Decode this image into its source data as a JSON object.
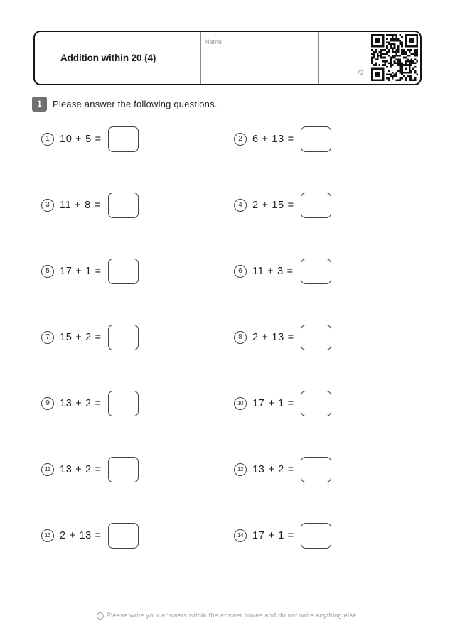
{
  "header": {
    "title": "Addition within 20 (4)",
    "name_label": "Name",
    "score_label": "/0",
    "qr_icon": "qr-code"
  },
  "section": {
    "number": "1",
    "instruction": "Please answer the following questions."
  },
  "problems": [
    {
      "num": "1",
      "expression": "10 + 5 =",
      "answer": ""
    },
    {
      "num": "2",
      "expression": "6 + 13 =",
      "answer": ""
    },
    {
      "num": "3",
      "expression": "11 + 8 =",
      "answer": ""
    },
    {
      "num": "4",
      "expression": "2 + 15 =",
      "answer": ""
    },
    {
      "num": "5",
      "expression": "17 + 1 =",
      "answer": ""
    },
    {
      "num": "6",
      "expression": "11 + 3 =",
      "answer": ""
    },
    {
      "num": "7",
      "expression": "15 + 2 =",
      "answer": ""
    },
    {
      "num": "8",
      "expression": "2 + 13 =",
      "answer": ""
    },
    {
      "num": "9",
      "expression": "13 + 2 =",
      "answer": ""
    },
    {
      "num": "10",
      "expression": "17 + 1 =",
      "answer": ""
    },
    {
      "num": "11",
      "expression": "13 + 2 =",
      "answer": ""
    },
    {
      "num": "12",
      "expression": "13 + 2 =",
      "answer": ""
    },
    {
      "num": "13",
      "expression": "2 + 13 =",
      "answer": ""
    },
    {
      "num": "14",
      "expression": "17 + 1 =",
      "answer": ""
    }
  ],
  "footer": {
    "icon": "info-icon",
    "note": "Please write your answers within the answer boxes and do not write anything else."
  },
  "colors": {
    "border_black": "#141414",
    "divider_gray": "#8a8a8a",
    "badge_gray": "#6f6f6f",
    "muted_gray": "#9e9e9e",
    "text_dark": "#212121"
  }
}
